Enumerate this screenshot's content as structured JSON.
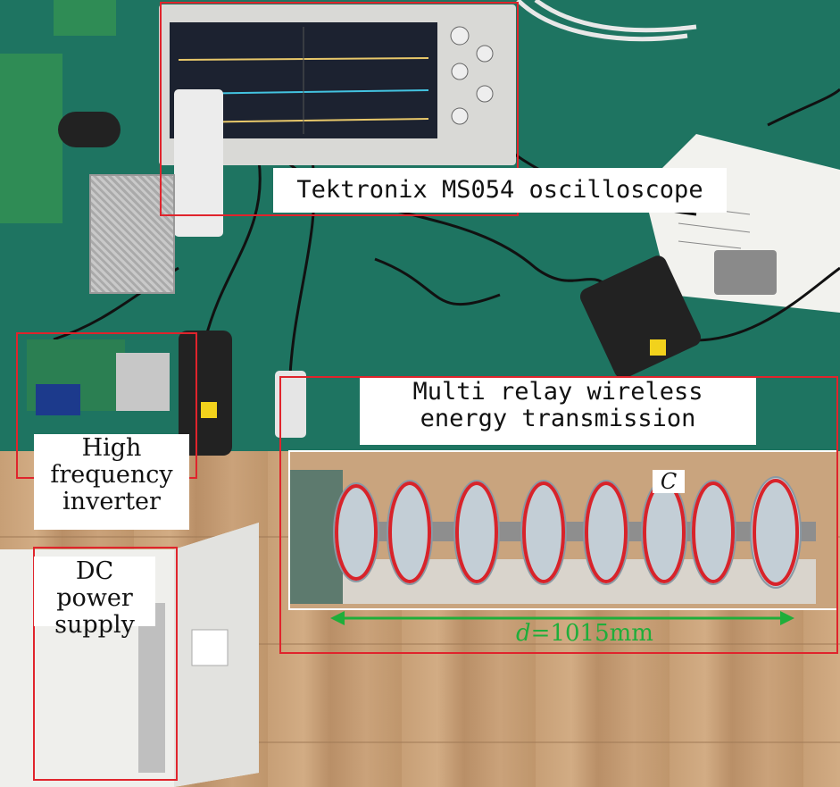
{
  "labels": {
    "oscilloscope": "Tektronix MS054 oscilloscope",
    "relay": "Multi relay wireless\nenergy transmission",
    "inverter": "High\nfrequency\ninverter",
    "dc_supply": "DC power\nsupply",
    "coil_marker": "C",
    "distance_var": "d",
    "distance_val": "=1015mm"
  },
  "colors": {
    "box_outline": "#e0242c",
    "dimension_arrow": "#1fae3a",
    "coil_red": "#d8232a"
  }
}
